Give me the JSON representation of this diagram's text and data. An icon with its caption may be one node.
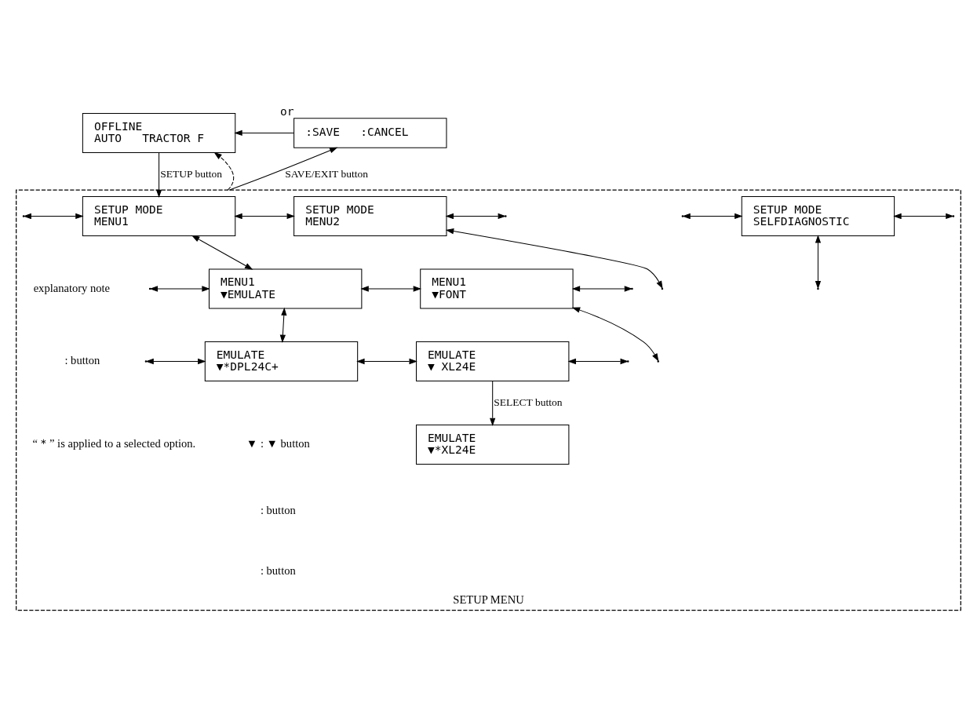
{
  "diagram": {
    "nodes": [
      {
        "text": [
          "OFFLINE",
          "AUTO   TRACTOR F"
        ]
      },
      {
        "text": [
          ":SAVE   :CANCEL"
        ],
        "beside": [
          "or"
        ]
      },
      {
        "text": [
          "SETUP MENU"
        ]
      },
      {
        "text": [
          "SETUP MODE",
          "MENU1"
        ],
        "in": 2
      },
      {
        "text": [
          "SETUP MODE",
          "MENU2"
        ],
        "in": 2
      },
      {
        "text": [
          "SETUP MODE",
          "SELFDIAGNOSTIC"
        ],
        "in": 2
      },
      {
        "text": [
          "MENU1",
          "▼EMULATE"
        ],
        "in": 2
      },
      {
        "text": [
          "MENU1",
          "▼FONT"
        ],
        "in": 2
      },
      {
        "text": [
          "EMULATE",
          "▼*DPL24C+"
        ],
        "in": 2
      },
      {
        "text": [
          "EMULATE",
          "▼ XL24E"
        ],
        "in": 2
      },
      {
        "text": [
          "EMULATE",
          "▼*XL24E"
        ],
        "in": 2
      }
    ],
    "edges": [
      {
        "from": 1,
        "to": 0,
        "arrow": "to"
      },
      {
        "from": 2,
        "to": 0,
        "arrow": "to",
        "style": "dashed"
      },
      {
        "from": 0,
        "to": 3,
        "arrow": "to",
        "label": "SETUP button"
      },
      {
        "from": 2,
        "to": 1,
        "arrow": "to",
        "label": "SAVE/EXIT button"
      },
      {
        "from": null,
        "to": 3,
        "arrow": "both"
      },
      {
        "from": 3,
        "to": 4,
        "arrow": "both"
      },
      {
        "from": 4,
        "to": null,
        "arrow": "both"
      },
      {
        "from": null,
        "to": 5,
        "arrow": "both"
      },
      {
        "from": 5,
        "to": null,
        "arrow": "both"
      },
      {
        "from": 3,
        "to": 6,
        "arrow": "both"
      },
      {
        "from": 4,
        "to": null,
        "arrow": "both"
      },
      {
        "from": 5,
        "to": null,
        "arrow": "both"
      },
      {
        "from": null,
        "to": 6,
        "arrow": "both"
      },
      {
        "from": 6,
        "to": 7,
        "arrow": "both"
      },
      {
        "from": 7,
        "to": null,
        "arrow": "both"
      },
      {
        "from": 7,
        "to": null,
        "arrow": "both"
      },
      {
        "from": 6,
        "to": 8,
        "arrow": "both"
      },
      {
        "from": null,
        "to": 8,
        "arrow": "both"
      },
      {
        "from": 8,
        "to": 9,
        "arrow": "both"
      },
      {
        "from": 9,
        "to": null,
        "arrow": "both"
      },
      {
        "from": 9,
        "to": 10,
        "arrow": "to",
        "label": "SELECT button"
      }
    ],
    "labels": [
      "explanatory note",
      "“＊” is applied to a selected option."
    ],
    "legend": [
      {
        "text": ": button"
      },
      {
        "text": "▼ : ▼ button"
      },
      {
        "text": ": button"
      },
      {
        "text": ": button"
      }
    ]
  }
}
